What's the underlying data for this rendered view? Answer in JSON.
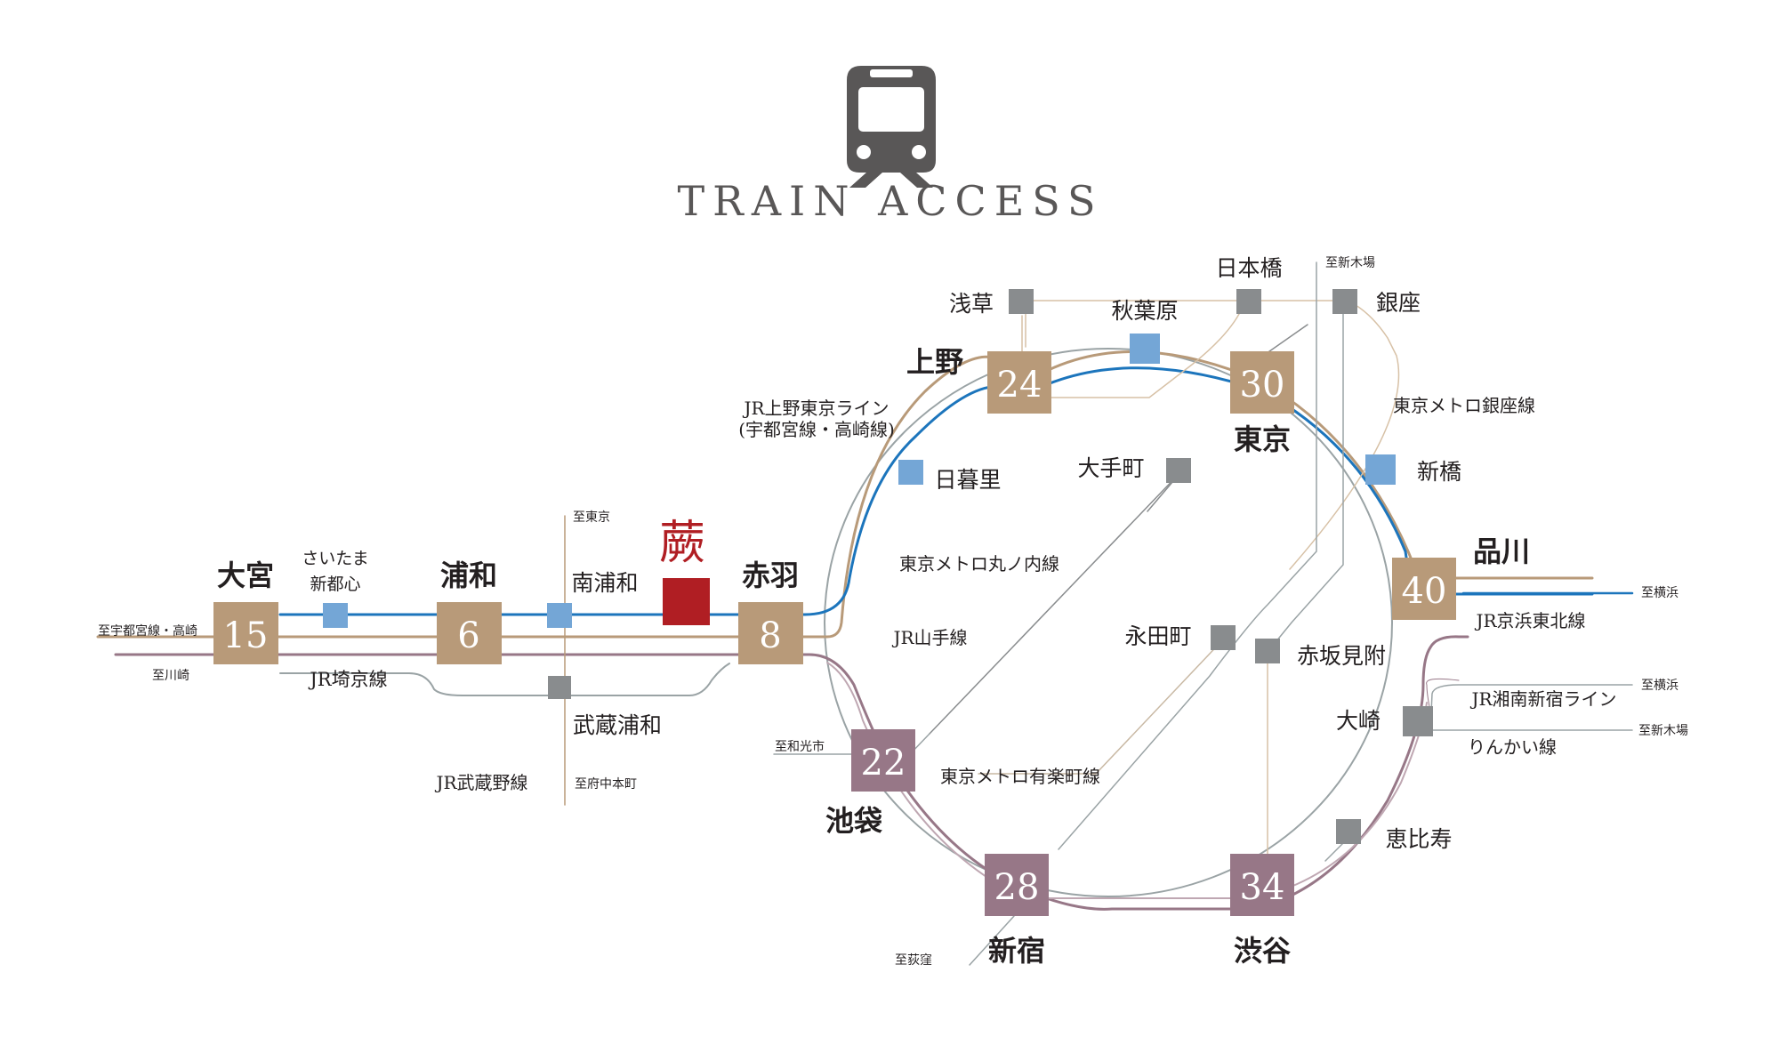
{
  "header": {
    "title": "TRAIN ACCESS"
  },
  "colors": {
    "tan": "#b89a79",
    "mauve": "#977787",
    "blue": "#1c75bc",
    "lightblue": "#74a6d6",
    "gray": "#898c8e",
    "thin": "#9aa3a5",
    "red": "#b01e23",
    "text": "#231f20",
    "icon": "#595757"
  },
  "home": {
    "name": "蕨"
  },
  "stations": {
    "omiya": {
      "name": "大宮",
      "minutes": "15"
    },
    "urawa": {
      "name": "浦和",
      "minutes": "6"
    },
    "akabane": {
      "name": "赤羽",
      "minutes": "8"
    },
    "ueno": {
      "name": "上野",
      "minutes": "24"
    },
    "tokyo": {
      "name": "東京",
      "minutes": "30"
    },
    "shinagawa": {
      "name": "品川",
      "minutes": "40"
    },
    "ikebukuro": {
      "name": "池袋",
      "minutes": "22"
    },
    "shinjuku": {
      "name": "新宿",
      "minutes": "28"
    },
    "shibuya": {
      "name": "渋谷",
      "minutes": "34"
    }
  },
  "minor_stations": {
    "saitama_shintoshin": {
      "line1": "さいたま",
      "line2": "新都心"
    },
    "minami_urawa": "南浦和",
    "musashi_urawa": "武蔵浦和",
    "nippori": "日暮里",
    "akihabara": "秋葉原",
    "asakusa": "浅草",
    "nihonbashi": "日本橋",
    "ginza": "銀座",
    "shimbashi": "新橋",
    "otemachi": "大手町",
    "nagatacho": "永田町",
    "akasaka_mitsuke": "赤坂見附",
    "osaki": "大崎",
    "ebisu": "恵比寿"
  },
  "lines": {
    "jr_ueno_tokyo": {
      "line1": "JR上野東京ライン",
      "line2": "(宇都宮線・高崎線)"
    },
    "jr_saikyo": "JR埼京線",
    "jr_musashino": "JR武蔵野線",
    "marunouchi": "東京メトロ丸ノ内線",
    "yamanote": "JR山手線",
    "yurakucho": "東京メトロ有楽町線",
    "ginza_line": "東京メトロ銀座線",
    "keihin_tohoku": "JR京浜東北線",
    "shonan_shinjuku": "JR湘南新宿ライン",
    "rinkai": "りんかい線"
  },
  "directions": {
    "utsunomiya_takasaki": "至宇都宮線・高崎",
    "kawasaki": "至川崎",
    "tokyo": "至東京",
    "fuchu_hommachi": "至府中本町",
    "wakoshi": "至和光市",
    "ogikubo": "至荻窪",
    "shinkiba_top": "至新木場",
    "yokohama_1": "至横浜",
    "yokohama_2": "至横浜",
    "shinkiba_right": "至新木場"
  }
}
